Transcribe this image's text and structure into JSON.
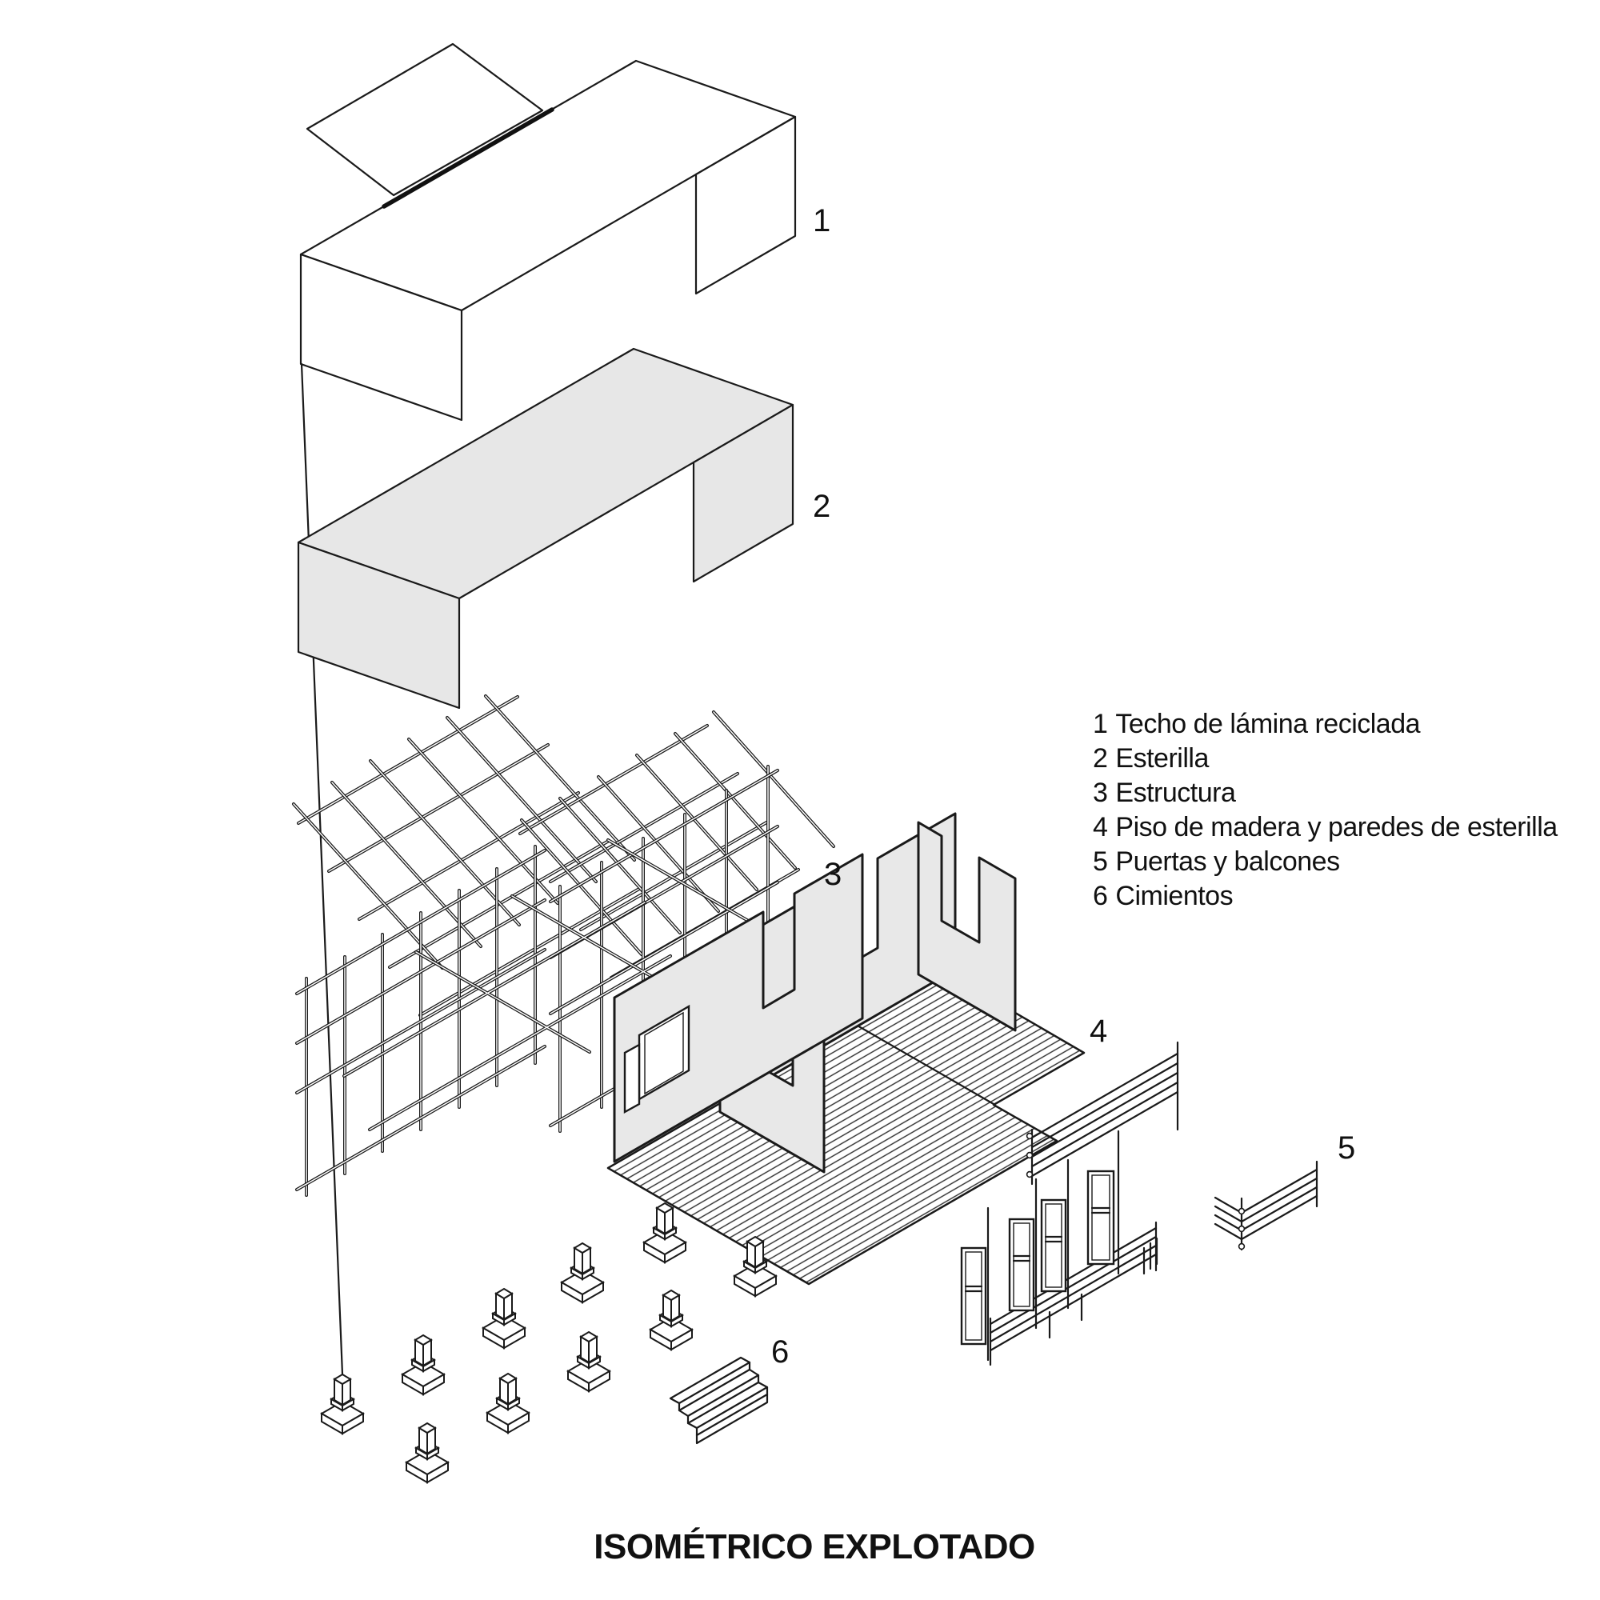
{
  "diagram": {
    "title": "ISOMÉTRICO EXPLOTADO",
    "type": "exploded-axonometric-architecture-diagram",
    "parts": [
      {
        "num": "1",
        "label": "Techo de lámina reciclada"
      },
      {
        "num": "2",
        "label": "Esterilla"
      },
      {
        "num": "3",
        "label": "Estructura"
      },
      {
        "num": "4",
        "label": "Piso de madera y paredes de esterilla"
      },
      {
        "num": "5",
        "label": "Puertas y balcones"
      },
      {
        "num": "6",
        "label": "Cimientos"
      }
    ],
    "colors": {
      "line": "#1a1a1a",
      "panel_gray": "#e7e7e7",
      "background": "#ffffff"
    }
  }
}
